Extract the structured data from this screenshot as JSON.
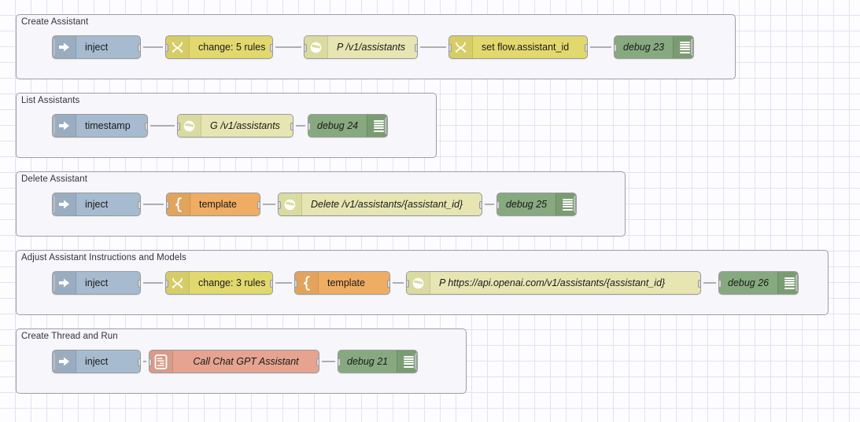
{
  "app": {
    "name": "node-red-flow-editor",
    "canvas_background": "#fdfdff",
    "grid_color": "#e2e2f2"
  },
  "colors": {
    "inject": "#a6bbcf",
    "change": "#e2d96e",
    "http_request": "#e7e5b2",
    "template": "#efac63",
    "custom_assistant": "#e5a390",
    "debug": "#87a980",
    "group_fill": "#f6f6fb",
    "group_border": "#9d9da8",
    "wire": "#aeaeae"
  },
  "groups": [
    {
      "label": "Create Assistant",
      "nodes": [
        {
          "name": "inject-node",
          "label": "inject",
          "type": "inject",
          "icon": "arrow-right-icon",
          "italic": false,
          "has_button": true
        },
        {
          "name": "change-node",
          "label": "change: 5 rules",
          "type": "change",
          "icon": "swap-icon",
          "italic": false
        },
        {
          "name": "http-node",
          "label": "P /v1/assistants",
          "type": "http_request",
          "icon": "globe-icon",
          "italic": true
        },
        {
          "name": "change-node-2",
          "label": "set flow.assistant_id",
          "type": "change",
          "icon": "swap-icon",
          "italic": false
        },
        {
          "name": "debug-node",
          "label": "debug 23",
          "type": "debug",
          "icon": "debug-lines-icon",
          "italic": true,
          "has_button": true
        }
      ]
    },
    {
      "label": "List Assistants",
      "nodes": [
        {
          "name": "inject-node",
          "label": "timestamp",
          "type": "inject",
          "icon": "arrow-right-icon",
          "italic": false,
          "has_button": true
        },
        {
          "name": "http-node",
          "label": "G /v1/assistants",
          "type": "http_request",
          "icon": "globe-icon",
          "italic": true
        },
        {
          "name": "debug-node",
          "label": "debug 24",
          "type": "debug",
          "icon": "debug-lines-icon",
          "italic": true,
          "has_button": true
        }
      ]
    },
    {
      "label": "Delete Assistant",
      "nodes": [
        {
          "name": "inject-node",
          "label": "inject",
          "type": "inject",
          "icon": "arrow-right-icon",
          "italic": false,
          "has_button": true
        },
        {
          "name": "template-node",
          "label": "template",
          "type": "template",
          "icon": "brace-icon",
          "italic": false
        },
        {
          "name": "http-node",
          "label": "Delete /v1/assistants/{assistant_id}",
          "type": "http_request",
          "icon": "globe-icon",
          "italic": true
        },
        {
          "name": "debug-node",
          "label": "debug 25",
          "type": "debug",
          "icon": "debug-lines-icon",
          "italic": true,
          "has_button": true
        }
      ]
    },
    {
      "label": "Adjust Assistant Instructions and Models",
      "nodes": [
        {
          "name": "inject-node",
          "label": "inject",
          "type": "inject",
          "icon": "arrow-right-icon",
          "italic": false,
          "has_button": true
        },
        {
          "name": "change-node",
          "label": "change: 3 rules",
          "type": "change",
          "icon": "swap-icon",
          "italic": false
        },
        {
          "name": "template-node",
          "label": "template",
          "type": "template",
          "icon": "brace-icon",
          "italic": false
        },
        {
          "name": "http-node",
          "label": "P https://api.openai.com/v1/assistants/{assistant_id}",
          "type": "http_request",
          "icon": "globe-icon",
          "italic": true
        },
        {
          "name": "debug-node",
          "label": "debug 26",
          "type": "debug",
          "icon": "debug-lines-icon",
          "italic": true,
          "has_button": true
        }
      ]
    },
    {
      "label": "Create Thread and Run",
      "nodes": [
        {
          "name": "inject-node",
          "label": "inject",
          "type": "inject",
          "icon": "arrow-right-icon",
          "italic": false,
          "has_button": true
        },
        {
          "name": "assistant-node",
          "label": "Call Chat GPT Assistant",
          "type": "custom_assistant",
          "icon": "script-icon",
          "italic": true
        },
        {
          "name": "debug-node",
          "label": "debug 21",
          "type": "debug",
          "icon": "debug-lines-icon",
          "italic": true,
          "has_button": true
        }
      ]
    }
  ]
}
